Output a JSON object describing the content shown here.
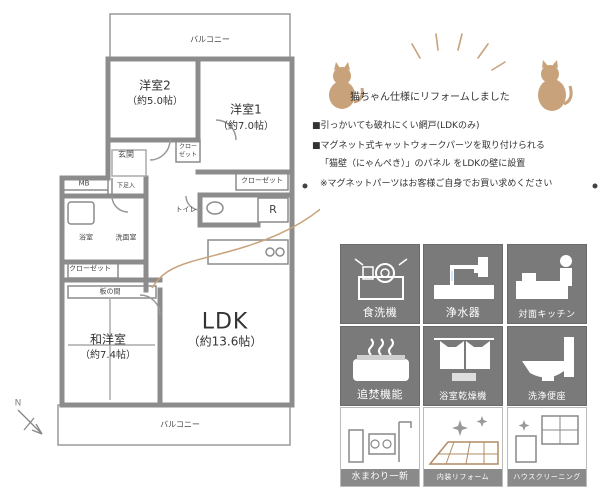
{
  "floor_plan": {
    "balcony_top": "バルコニー",
    "balcony_bottom": "バルコニー",
    "rooms": {
      "western2_name": "洋室2",
      "western2_area": "（約5.0帖）",
      "western1_name": "洋室1",
      "western1_area": "（約7.0帖）",
      "ldk_name": "LDK",
      "ldk_area": "（約13.6帖）",
      "japanese_name": "和洋室",
      "japanese_area": "（約7.4帖）"
    },
    "small_labels": {
      "entrance": "玄関",
      "shoe_box": "下足入",
      "closet_small": "クロー\nゼット",
      "closet_right": "クローゼット",
      "closet_left": "クローゼット",
      "mb": "MB",
      "bath": "浴室",
      "washroom": "洗面室",
      "toilet": "トイレ",
      "fridge": "R",
      "tokonoma": "板の間"
    },
    "compass": "N"
  },
  "notice": {
    "title": "猫ちゃん仕様にリフォームしました",
    "line1": "■引っかいても破れにくい網戸(LDKのみ)",
    "line2": "■マグネット式キャットウォークパーツを取り付けられる",
    "line3": "「猫壁（にゃんぺき）」のパネル をLDKの壁に設置",
    "line4": "※マグネットパーツはお客様ご自身でお買い求めください"
  },
  "features": [
    {
      "label": "食洗機",
      "icon": "dishwasher-icon"
    },
    {
      "label": "浄水器",
      "icon": "water-purifier-icon"
    },
    {
      "label": "対面キッチン",
      "icon": "kitchen-counter-icon"
    },
    {
      "label": "追焚機能",
      "icon": "bath-reheat-icon"
    },
    {
      "label": "浴室乾燥機",
      "icon": "bath-dryer-icon"
    },
    {
      "label": "洗浄便座",
      "icon": "washlet-icon"
    },
    {
      "label": "水まわり一新",
      "icon": "renovated-water-icon"
    },
    {
      "label": "内装リフォーム",
      "icon": "interior-reform-icon"
    },
    {
      "label": "ハウスクリーニング",
      "icon": "house-cleaning-icon"
    }
  ],
  "colors": {
    "wall": "#8c8c8c",
    "accent_tan": "#c8a27a",
    "tile_gray": "#7a7a7a"
  }
}
